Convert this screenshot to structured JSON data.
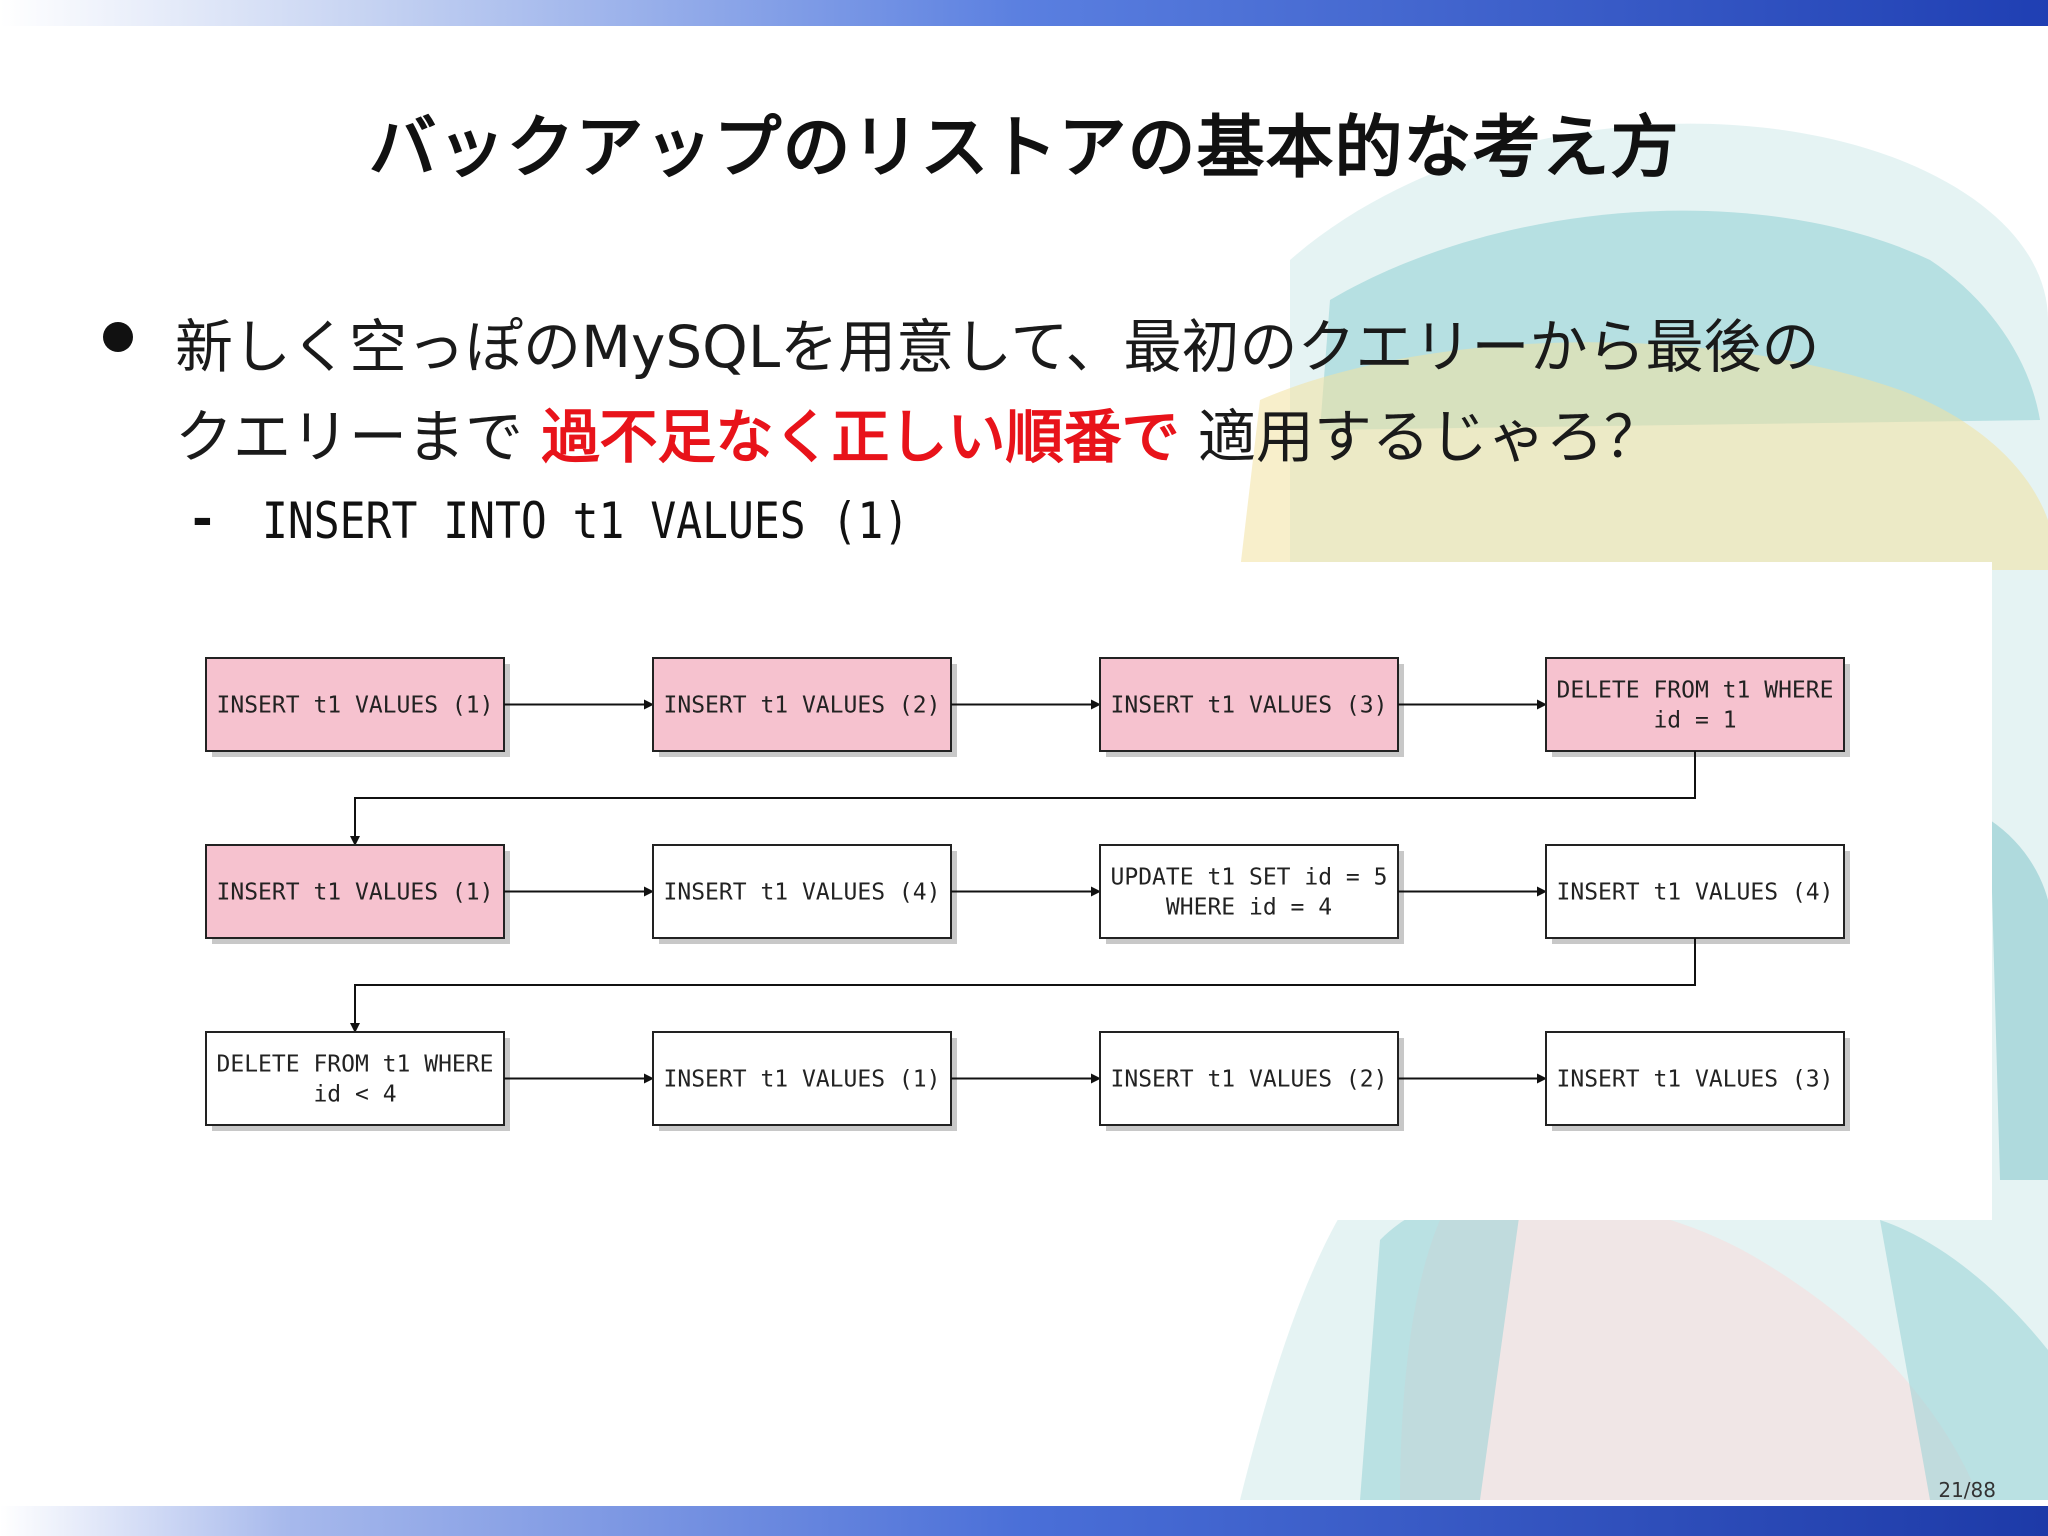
{
  "slide": {
    "title": "バックアップのリストアの基本的な考え方",
    "bullet": {
      "line1": "新しく空っぽのMySQLを用意して、最初のクエリーから最後の",
      "line2_prefix": "クエリーまで ",
      "emphasis": "過不足なく正しい順番で",
      "line2_suffix": " 適用するじゃろ？"
    },
    "sub_bullet": {
      "dash": "-",
      "text": "INSERT INTO t1 VALUES (1)"
    },
    "page_number": "21/88"
  },
  "colors": {
    "highlight_fill": "#f6c2cf",
    "normal_fill": "#ffffff",
    "emphasis_text": "#e8131a",
    "bar_blue": "#1f3fb3"
  },
  "diagram": {
    "rows": [
      [
        {
          "lines": [
            "INSERT t1 VALUES (1)"
          ],
          "highlighted": true
        },
        {
          "lines": [
            "INSERT t1 VALUES (2)"
          ],
          "highlighted": true
        },
        {
          "lines": [
            "INSERT t1 VALUES (3)"
          ],
          "highlighted": true
        },
        {
          "lines": [
            "DELETE FROM t1 WHERE",
            "id = 1"
          ],
          "highlighted": true
        }
      ],
      [
        {
          "lines": [
            "INSERT t1 VALUES (1)"
          ],
          "highlighted": true
        },
        {
          "lines": [
            "INSERT t1 VALUES (4)"
          ],
          "highlighted": false
        },
        {
          "lines": [
            "UPDATE t1 SET id = 5",
            "WHERE id = 4"
          ],
          "highlighted": false
        },
        {
          "lines": [
            "INSERT t1 VALUES (4)"
          ],
          "highlighted": false
        }
      ],
      [
        {
          "lines": [
            "DELETE FROM t1 WHERE",
            "id < 4"
          ],
          "highlighted": false
        },
        {
          "lines": [
            "INSERT t1 VALUES (1)"
          ],
          "highlighted": false
        },
        {
          "lines": [
            "INSERT t1 VALUES (2)"
          ],
          "highlighted": false
        },
        {
          "lines": [
            "INSERT t1 VALUES (3)"
          ],
          "highlighted": false
        }
      ]
    ]
  }
}
